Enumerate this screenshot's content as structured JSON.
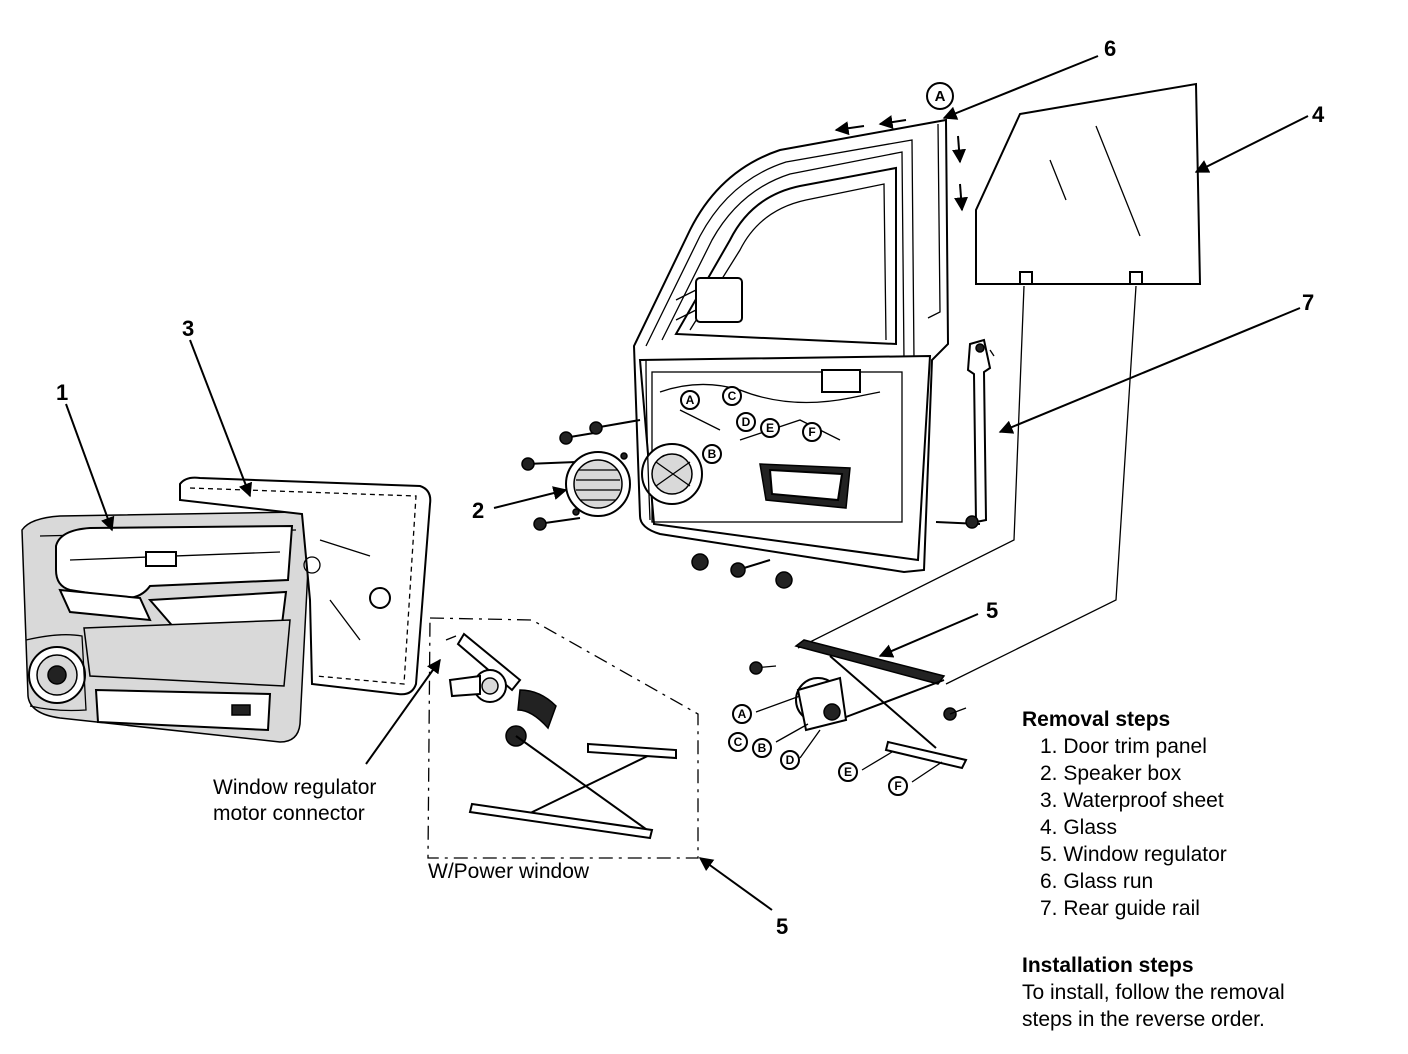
{
  "callouts": {
    "c1": "1",
    "c2": "2",
    "c3": "3",
    "c4": "4",
    "c5_upper": "5",
    "c5_lower": "5",
    "c6": "6",
    "c7": "7"
  },
  "letters": {
    "A": "A",
    "B": "B",
    "C": "C",
    "D": "D",
    "E": "E",
    "F": "F"
  },
  "labels": {
    "motor_connector_line1": "Window regulator",
    "motor_connector_line2": "motor connector",
    "power_window": "W/Power window"
  },
  "removal": {
    "heading": "Removal steps",
    "steps": [
      "1. Door trim panel",
      "2. Speaker box",
      "3. Waterproof sheet",
      "4. Glass",
      "5. Window regulator",
      "6. Glass run",
      "7. Rear guide rail"
    ]
  },
  "installation": {
    "heading": "Installation steps",
    "lines": [
      "To install, follow the removal",
      "steps in the reverse order."
    ]
  }
}
